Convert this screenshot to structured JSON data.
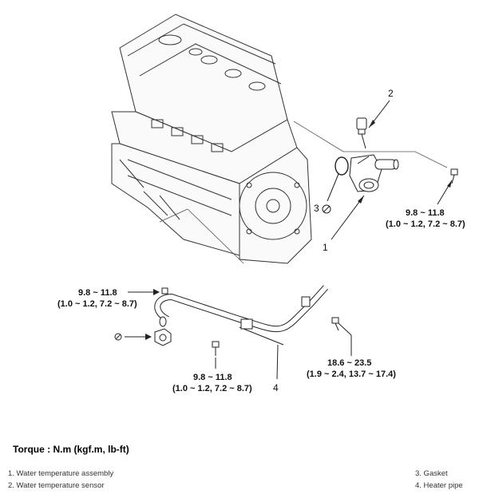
{
  "part_numbers": {
    "p1": "1",
    "p2": "2",
    "p3": "3",
    "p4": "4"
  },
  "torque_specs": {
    "top_right": {
      "nm": "9.8 ~ 11.8",
      "alt": "(1.0 ~ 1.2, 7.2 ~ 8.7)"
    },
    "mid_left": {
      "nm": "9.8 ~ 11.8",
      "alt": "(1.0 ~ 1.2, 7.2 ~ 8.7)"
    },
    "bottom_mid": {
      "nm": "9.8 ~ 11.8",
      "alt": "(1.0 ~ 1.2, 7.2 ~ 8.7)"
    },
    "bottom_right": {
      "nm": "18.6 ~ 23.5",
      "alt": "(1.9 ~ 2.4, 13.7 ~ 17.4)"
    }
  },
  "torque_title": "Torque : N.m (kgf.m, lb-ft)",
  "legend": {
    "left": [
      "1. Water temperature assembly",
      "2. Water temperature sensor"
    ],
    "right": [
      "3. Gasket",
      "4. Heater pipe"
    ]
  }
}
